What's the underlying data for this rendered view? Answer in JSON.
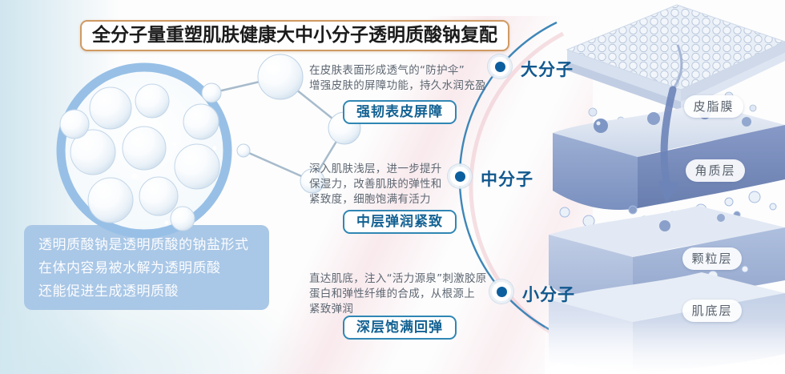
{
  "title": "全分子量重塑肌肤健康大中小分子透明质酸钠复配",
  "intro_panel": {
    "line1": "透明质酸钠是透明质酸的钠盐形式",
    "line2": "在体内容易被水解为透明质酸",
    "line3": "还能促进生成透明质酸"
  },
  "sections": {
    "large": {
      "marker_label": "大分子",
      "desc_line1": "在皮肤表面形成透气的“防护伞”",
      "desc_line2": "增强皮肤的屏障功能，持久水润充盈",
      "badge": "强韧表皮屏障"
    },
    "medium": {
      "marker_label": "中分子",
      "desc_line1": "深入肌肤浅层，进一步提升",
      "desc_line2": "保湿力，改善肌肤的弹性和",
      "desc_line3": "紧致度，细胞饱满有活力",
      "badge": "中层弹润紧致"
    },
    "small": {
      "marker_label": "小分子",
      "desc_line1": "直达肌底，注入“活力源泉”刺激胶原",
      "desc_line2": "蛋白和弹性纤维的合成，从根源上",
      "desc_line3": "紧致弹润",
      "badge": "深层饱满回弹"
    }
  },
  "skin_diagram": {
    "layer1": "皮脂膜",
    "layer2": "角质层",
    "layer3": "颗粒层",
    "layer4": "肌底层"
  },
  "colors": {
    "title_border": "#d09a63",
    "accent_blue": "#11588e",
    "arc_blue": "#3e86b8",
    "dot_blue": "#0c5f9e",
    "intro_panel_bg": "#a9c7e6",
    "badge_border": "#3087b4",
    "badge_text": "#136293",
    "desc_text": "#5d6772",
    "layer_label_text": "#57606c"
  }
}
